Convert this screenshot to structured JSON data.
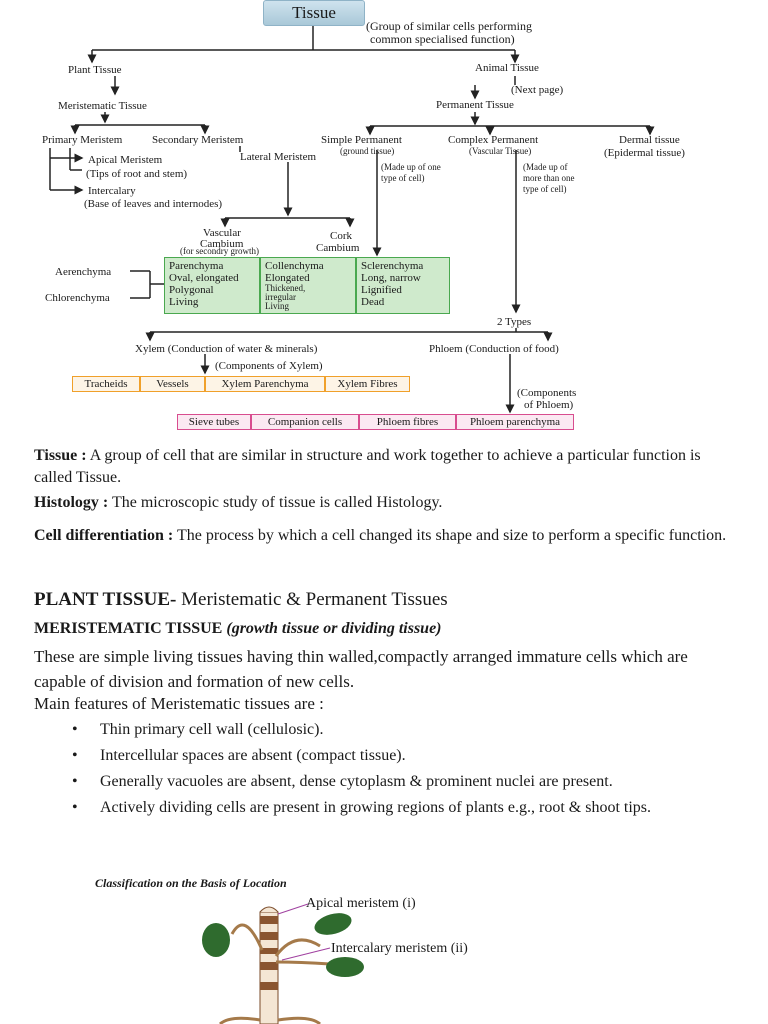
{
  "diagram": {
    "title": "Tissue",
    "title_note": [
      "(Group of similar cells performing",
      "common specialised function)"
    ],
    "plant_tissue": "Plant Tissue",
    "animal_tissue": "Animal Tissue",
    "next_page": "(Next page)",
    "meristematic": "Meristematic Tissue",
    "permanent": "Permanent Tissue",
    "primary_meristem": "Primary Meristem",
    "secondary_meristem": "Secondary Meristem",
    "lateral_meristem": "Lateral Meristem",
    "apical_meristem": "Apical Meristem",
    "apical_note": "(Tips of root and stem)",
    "intercalary": "Intercalary",
    "intercalary_note": "(Base of leaves and internodes)",
    "vascular_cambium": [
      "Vascular",
      "Cambium"
    ],
    "vascular_note": "(for secondry growth)",
    "cork_cambium": [
      "Cork",
      "Cambium"
    ],
    "simple_permanent": "Simple Permanent",
    "simple_note": "(ground tissue)",
    "simple_made": [
      "(Made up of one",
      "type of cell)"
    ],
    "complex_permanent": "Complex Permanent",
    "complex_note": "(Vascular Tissue)",
    "complex_made": [
      "(Made up of",
      "more than one",
      "type of cell)"
    ],
    "dermal": "Dermal tissue",
    "dermal_note": "(Epidermal tissue)",
    "aerenchyma": "Aerenchyma",
    "chlorenchyma": "Chlorenchyma",
    "parenchyma": [
      "Parenchyma",
      "Oval, elongated",
      "Polygonal",
      "Living"
    ],
    "collenchyma": [
      "Collenchyma",
      "Elongated",
      "Thickened,",
      "irregular",
      "Living"
    ],
    "sclerenchyma": [
      "Sclerenchyma",
      "Long, narrow",
      "Lignified",
      "Dead"
    ],
    "two_types": "2 Types",
    "xylem": "Xylem (Conduction of water & minerals)",
    "phloem": "Phloem (Conduction of food)",
    "xylem_components": "(Components of Xylem)",
    "phloem_components": [
      "(Components",
      "of Phloem)"
    ],
    "xylem_parts": [
      "Tracheids",
      "Vessels",
      "Xylem Parenchyma",
      "Xylem Fibres"
    ],
    "phloem_parts": [
      "Sieve tubes",
      "Companion cells",
      "Phloem fibres",
      "Phloem parenchyma"
    ]
  },
  "definitions": {
    "tissue_term": "Tissue :",
    "tissue_text": "A group of cell that are similar in structure and work together to achieve a particular function is called Tissue.",
    "histology_term": "Histology :",
    "histology_text": "The microscopic study of  tissue is called Histology.",
    "cell_diff_term": "Cell differentiation :",
    "cell_diff_text": "The process by which a cell changed its shape and size to perform a specific function."
  },
  "plant_tissue_section": {
    "heading_bold": "PLANT TISSUE-",
    "heading_rest": "Meristematic & Permanent Tissues",
    "sub_bold": "MERISTEMATIC TISSUE",
    "sub_italic": "(growth tissue or dividing tissue)",
    "intro": "These are simple living tissues having thin walled,compactly arranged immature cells which are capable of division and formation of new cells.",
    "features_lead": "Main features of Meristematic tissues are :",
    "features": [
      "Thin primary cell wall (cellulosic).",
      "Intercellular spaces are absent (compact  tissue).",
      "Generally vacuoles are absent, dense cytoplasm & prominent nuclei are present.",
      "Actively dividing cells are present in growing regions of plants e.g., root & shoot tips."
    ]
  },
  "figure": {
    "caption": "Classification on the Basis of Location",
    "label_apical": "Apical meristem (i)",
    "label_intercalary": "Intercalary meristem (ii)"
  },
  "colors": {
    "green_fill": "#cfeacc",
    "green_border": "#4aa84f",
    "orange_border": "#f0a02a",
    "pink_border": "#d84d8f",
    "title_fill": "#b9d5e3"
  }
}
